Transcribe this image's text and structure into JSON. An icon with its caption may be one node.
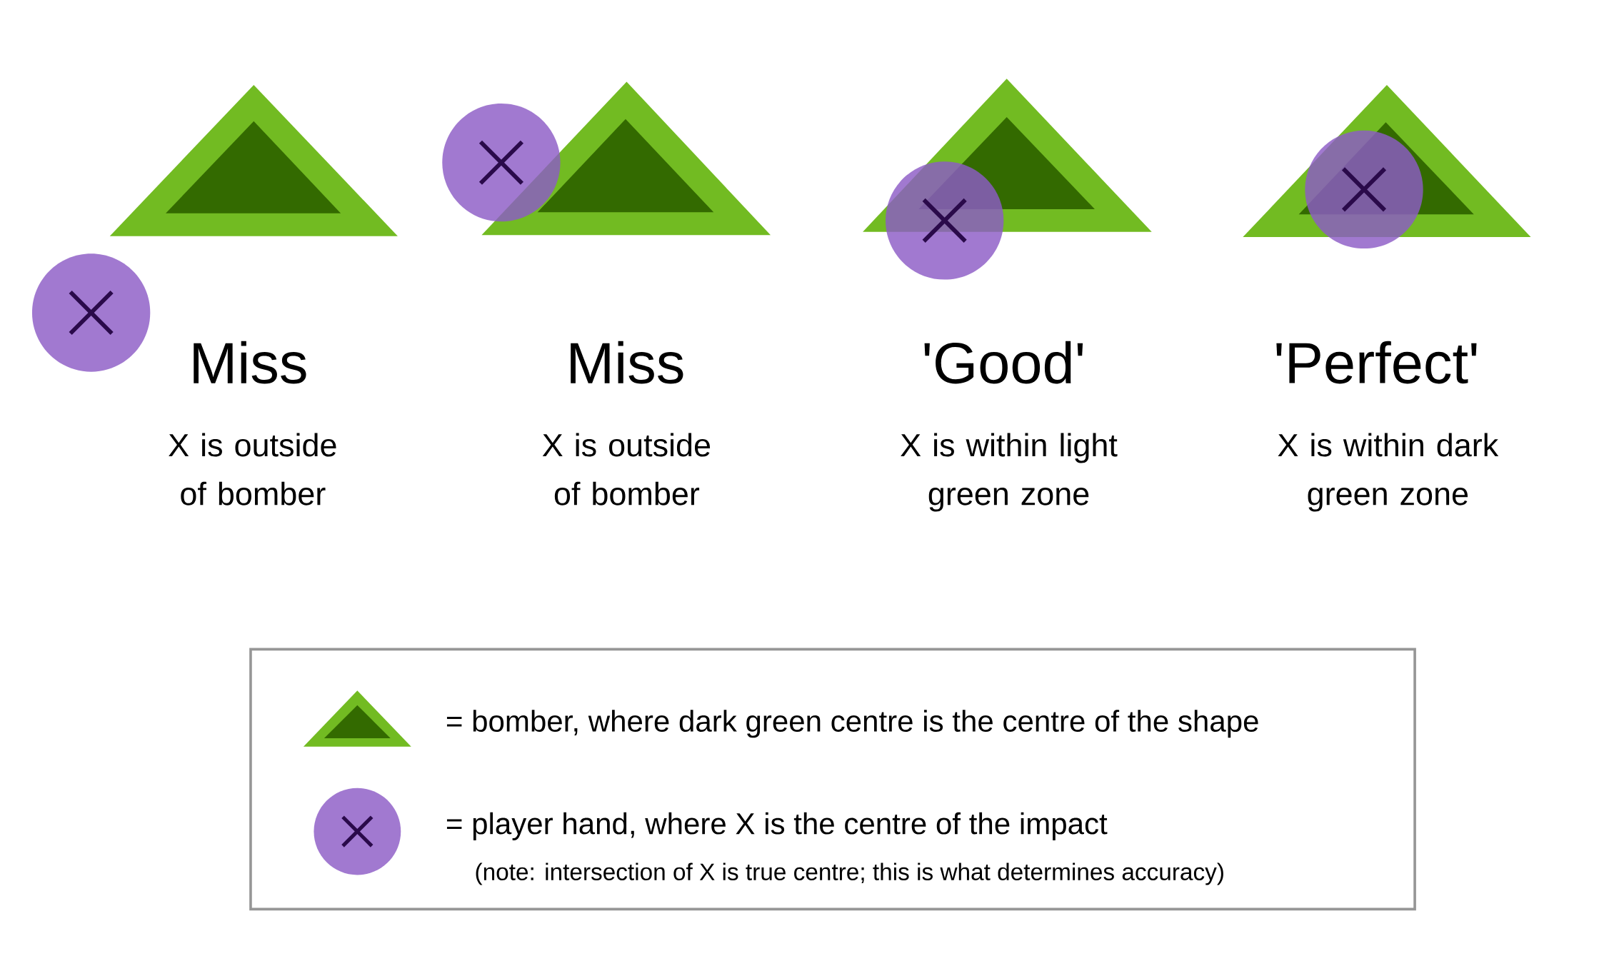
{
  "diagram": {
    "labels": [
      "Miss",
      "X is outside of bomber",
      "Miss",
      "X is outside of bomber",
      "'Good'",
      "X is within light green zone",
      "'Perfect'",
      "X is within dark green zone",
      "(note: intersection of X is true centre; this is what determines accuracy)"
    ],
    "legend": [
      {
        "text": "= bomber, where dark green centre is the centre of the shape"
      },
      {
        "text": "= player hand, where X is the centre of the impact"
      }
    ]
  }
}
